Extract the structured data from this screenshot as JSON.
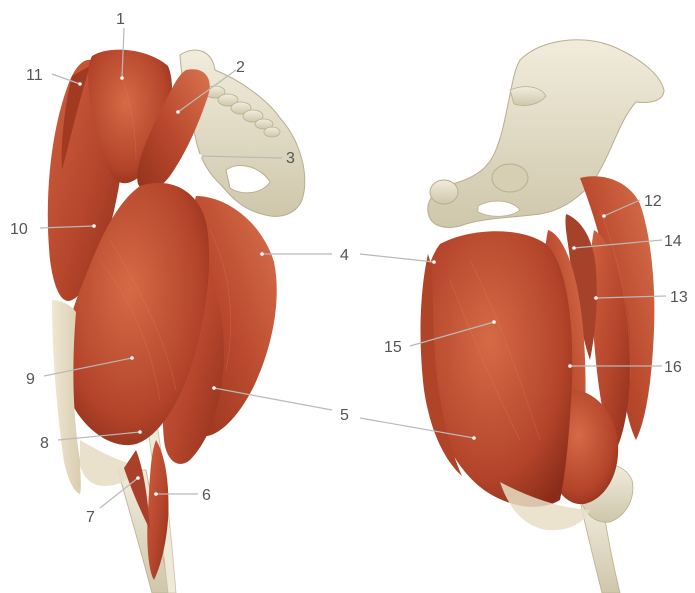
{
  "figure": {
    "views": [
      "lateral-view",
      "medial-view"
    ]
  },
  "labels": {
    "l1": "1",
    "l2": "2",
    "l3": "3",
    "l4": "4",
    "l5": "5",
    "l6": "6",
    "l7": "7",
    "l8": "8",
    "l9": "9",
    "l10": "10",
    "l11": "11",
    "l12": "12",
    "l13": "13",
    "l14": "14",
    "l15": "15",
    "l16": "16"
  },
  "colors": {
    "muscle": "#b6462c",
    "muscle_dark": "#8f2f1b",
    "muscle_light": "#d8734f",
    "bone": "#e6e0cc",
    "bone_shadow": "#c9c1a6",
    "tendon": "#efe9d8",
    "leader_line": "#b9b9b9",
    "label_text": "#555555"
  }
}
